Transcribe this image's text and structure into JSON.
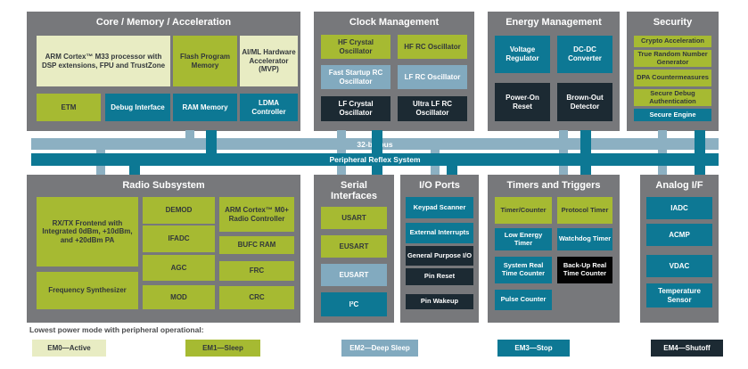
{
  "palette": {
    "gray": "#77787b",
    "em0": "#e8ecc3",
    "em1": "#a6ba32",
    "em2": "#82aabf",
    "em3": "#0d7894",
    "em4": "#1c2a33",
    "black": "#030303",
    "busLight": "#8cb0c2",
    "busTeal": "#0d7894",
    "textDark": "#32373b"
  },
  "bus": {
    "bus32_label": "32-bit bus",
    "prs_label": "Peripheral Reflex System"
  },
  "sections": {
    "core": {
      "title": "Core / Memory / Acceleration",
      "boxes": [
        {
          "label": "ARM Cortex™ M33 processor with DSP extensions, FPU and TrustZone",
          "mode": "em0"
        },
        {
          "label": "Flash Program Memory",
          "mode": "em1"
        },
        {
          "label": "AI/ML Hardware Accelerator (MVP)",
          "mode": "em0"
        },
        {
          "label": "ETM",
          "mode": "em1"
        },
        {
          "label": "Debug Interface",
          "mode": "em3"
        },
        {
          "label": "RAM Memory",
          "mode": "em3"
        },
        {
          "label": "LDMA Controller",
          "mode": "em3"
        }
      ]
    },
    "clock": {
      "title": "Clock Management",
      "boxes": [
        {
          "label": "HF Crystal Oscillator",
          "mode": "em1"
        },
        {
          "label": "HF RC Oscillator",
          "mode": "em1"
        },
        {
          "label": "Fast Startup RC Oscillator",
          "mode": "em2"
        },
        {
          "label": "LF RC Oscillator",
          "mode": "em2"
        },
        {
          "label": "LF Crystal Oscillator",
          "mode": "em4"
        },
        {
          "label": "Ultra LF RC Oscillator",
          "mode": "em4"
        }
      ]
    },
    "energy": {
      "title": "Energy Management",
      "boxes": [
        {
          "label": "Voltage Regulator",
          "mode": "em3"
        },
        {
          "label": "DC-DC Converter",
          "mode": "em3"
        },
        {
          "label": "Power-On Reset",
          "mode": "em4"
        },
        {
          "label": "Brown-Out Detector",
          "mode": "em4"
        }
      ]
    },
    "security": {
      "title": "Security",
      "boxes": [
        {
          "label": "Crypto Acceleration",
          "mode": "em1"
        },
        {
          "label": "True Random Number Generator",
          "mode": "em1"
        },
        {
          "label": "DPA Countermeasures",
          "mode": "em1"
        },
        {
          "label": "Secure Debug Authentication",
          "mode": "em1"
        },
        {
          "label": "Secure Engine",
          "mode": "em3"
        }
      ]
    },
    "radio": {
      "title": "Radio Subsystem",
      "boxes": [
        {
          "label": "RX/TX Frontend with Integrated 0dBm, +10dBm, and +20dBm PA",
          "mode": "em1"
        },
        {
          "label": "Frequency Synthesizer",
          "mode": "em1"
        },
        {
          "label": "DEMOD",
          "mode": "em1"
        },
        {
          "label": "IFADC",
          "mode": "em1"
        },
        {
          "label": "AGC",
          "mode": "em1"
        },
        {
          "label": "MOD",
          "mode": "em1"
        },
        {
          "label": "ARM Cortex™ M0+ Radio Controller",
          "mode": "em1"
        },
        {
          "label": "BUFC RAM",
          "mode": "em1"
        },
        {
          "label": "FRC",
          "mode": "em1"
        },
        {
          "label": "CRC",
          "mode": "em1"
        }
      ]
    },
    "serial": {
      "title": "Serial Interfaces",
      "boxes": [
        {
          "label": "USART",
          "mode": "em1"
        },
        {
          "label": "EUSART",
          "mode": "em1"
        },
        {
          "label": "EUSART",
          "mode": "em2"
        },
        {
          "label": "I²C",
          "mode": "em3"
        }
      ]
    },
    "io": {
      "title": "I/O Ports",
      "boxes": [
        {
          "label": "Keypad Scanner",
          "mode": "em3"
        },
        {
          "label": "External Interrupts",
          "mode": "em3"
        },
        {
          "label": "General Purpose I/O",
          "mode": "em4"
        },
        {
          "label": "Pin Reset",
          "mode": "em4"
        },
        {
          "label": "Pin Wakeup",
          "mode": "em4"
        }
      ]
    },
    "timers": {
      "title": "Timers and Triggers",
      "boxes": [
        {
          "label": "Timer/Counter",
          "mode": "em1"
        },
        {
          "label": "Low Energy Timer",
          "mode": "em3"
        },
        {
          "label": "System Real Time Counter",
          "mode": "em3"
        },
        {
          "label": "Pulse Counter",
          "mode": "em3"
        },
        {
          "label": "Protocol Timer",
          "mode": "em1"
        },
        {
          "label": "Watchdog Timer",
          "mode": "em3"
        },
        {
          "label": "Back-Up Real Time Counter",
          "mode": "black"
        }
      ]
    },
    "analog": {
      "title": "Analog I/F",
      "boxes": [
        {
          "label": "IADC",
          "mode": "em3"
        },
        {
          "label": "ACMP",
          "mode": "em3"
        },
        {
          "label": "VDAC",
          "mode": "em3"
        },
        {
          "label": "Temperature Sensor",
          "mode": "em3"
        }
      ]
    }
  },
  "legend": {
    "caption": "Lowest power mode with peripheral operational:",
    "items": [
      {
        "label": "EM0—Active",
        "mode": "em0"
      },
      {
        "label": "EM1—Sleep",
        "mode": "em1"
      },
      {
        "label": "EM2—Deep Sleep",
        "mode": "em2"
      },
      {
        "label": "EM3—Stop",
        "mode": "em3"
      },
      {
        "label": "EM4—Shutoff",
        "mode": "em4"
      }
    ]
  }
}
